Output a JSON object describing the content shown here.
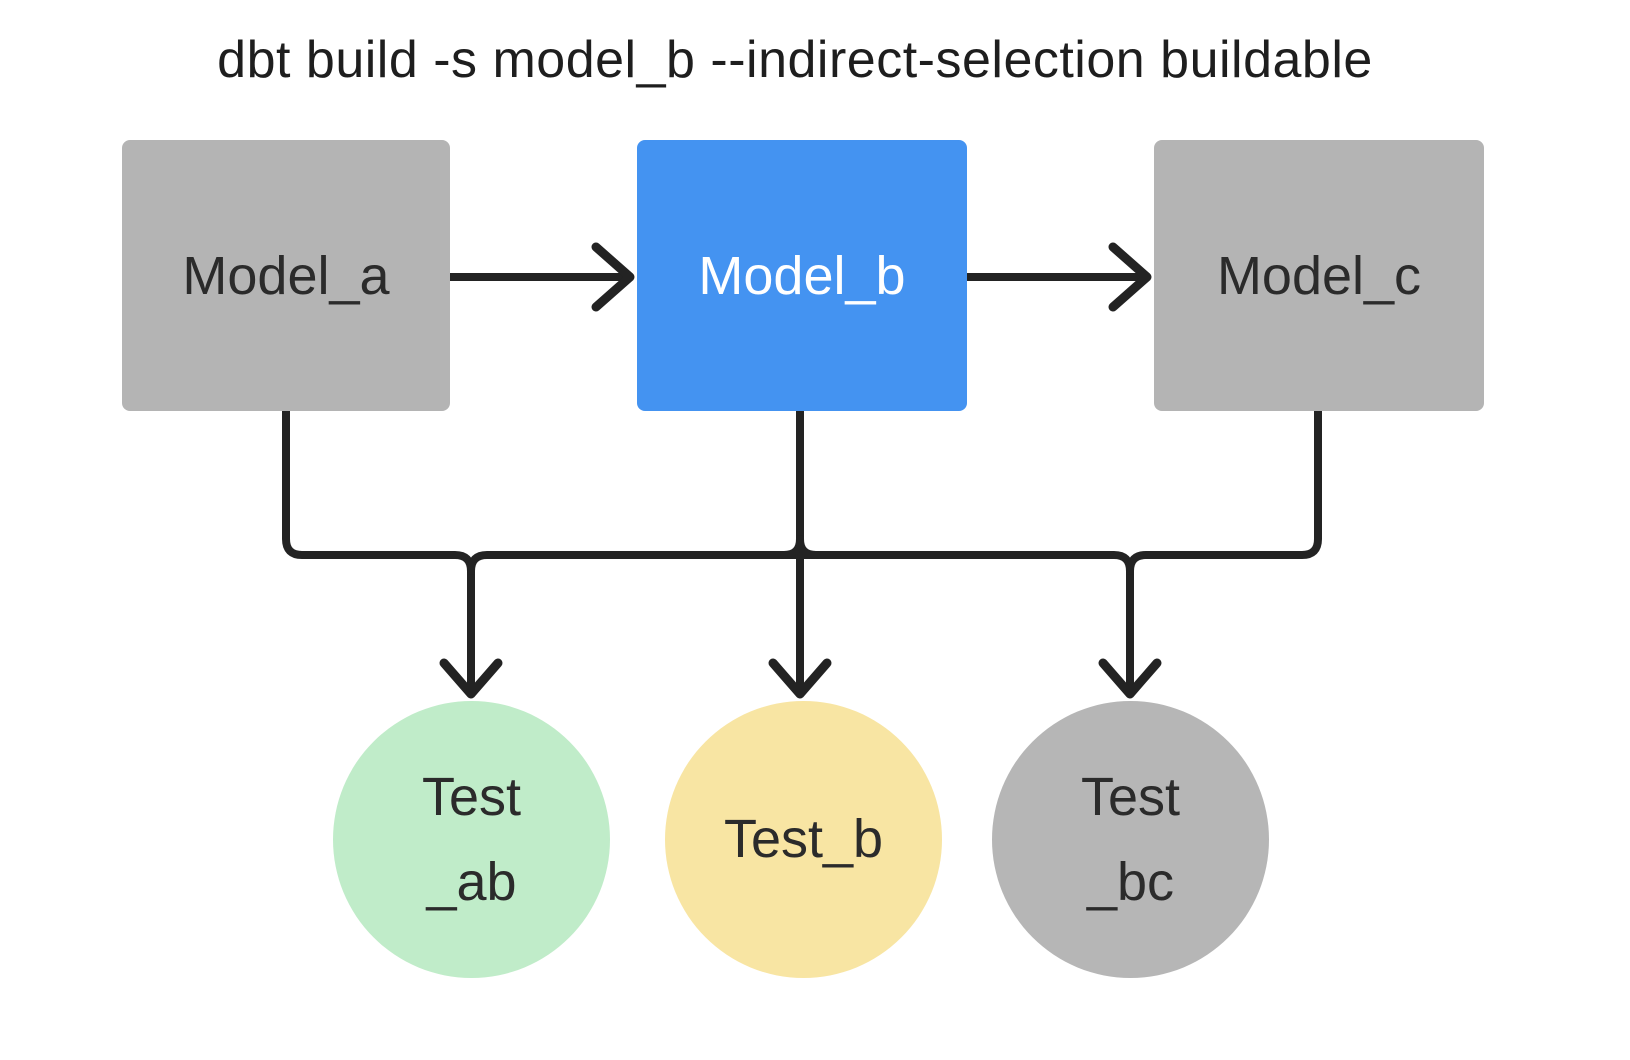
{
  "title": "dbt build -s model_b --indirect-selection buildable",
  "nodes": {
    "model_a": {
      "label": "Model_a",
      "type": "model",
      "state": "unselected"
    },
    "model_b": {
      "label": "Model_b",
      "type": "model",
      "state": "selected"
    },
    "model_c": {
      "label": "Model_c",
      "type": "model",
      "state": "unselected"
    },
    "test_ab": {
      "lines": [
        "Test",
        "_ab"
      ],
      "type": "test",
      "state": "included"
    },
    "test_b": {
      "lines": [
        "Test_b"
      ],
      "type": "test",
      "state": "included"
    },
    "test_bc": {
      "lines": [
        "Test",
        "_bc"
      ],
      "type": "test",
      "state": "excluded"
    }
  },
  "edges": [
    {
      "from": "model_a",
      "to": "model_b"
    },
    {
      "from": "model_b",
      "to": "model_c"
    },
    {
      "from": "model_a",
      "to": "test_ab"
    },
    {
      "from": "model_b",
      "to": "test_ab"
    },
    {
      "from": "model_b",
      "to": "test_b"
    },
    {
      "from": "model_b",
      "to": "test_bc"
    },
    {
      "from": "model_c",
      "to": "test_bc"
    }
  ],
  "colors": {
    "selected_model": "#4493f1",
    "unselected_model": "#b4b4b4",
    "test_green": "#c0ecc9",
    "test_yellow": "#f8e5a3",
    "test_gray": "#b6b6b6",
    "edge_stroke": "#232323",
    "title_text": "#1e1e1e",
    "node_text": "#2b2b2b"
  }
}
